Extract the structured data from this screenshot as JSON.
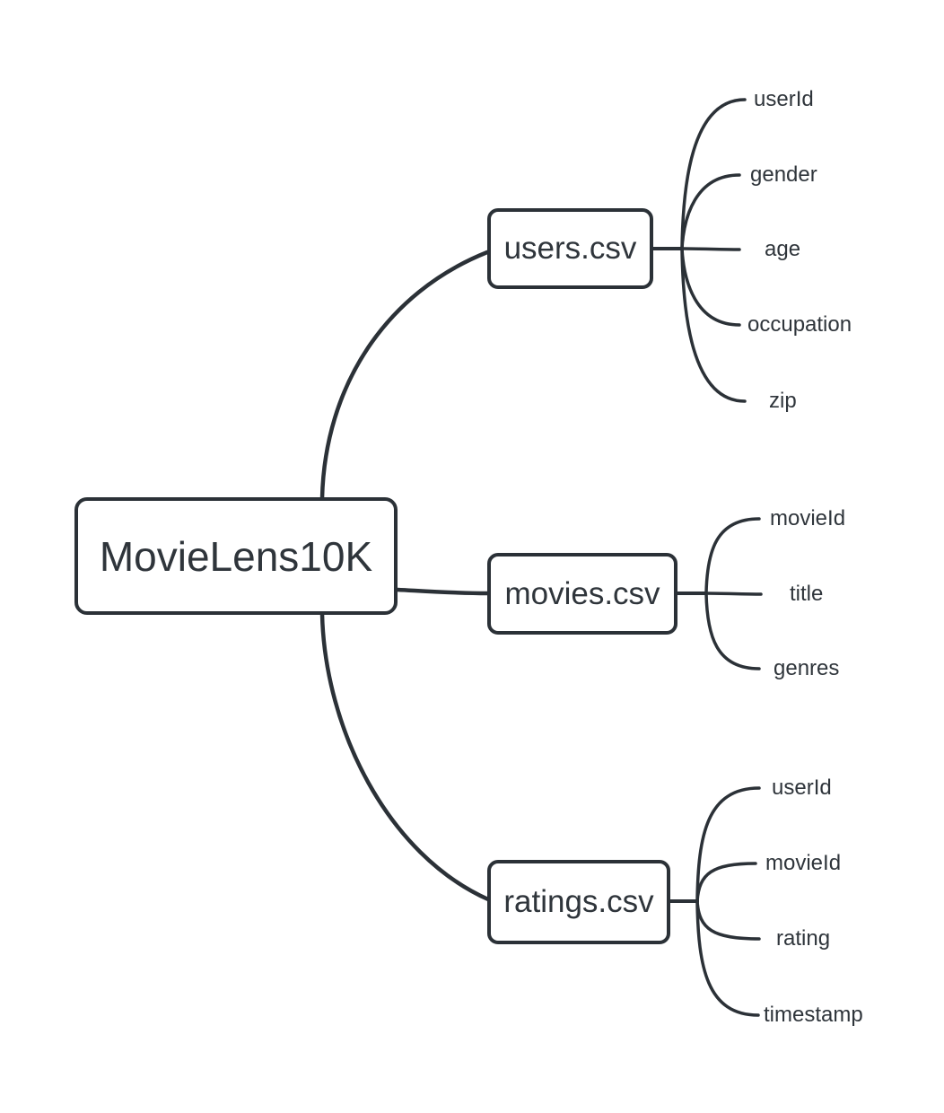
{
  "palette": {
    "ink": "#2b3137",
    "text": "#2f353b",
    "background": "#ffffff"
  },
  "diagram": {
    "type": "mindmap",
    "root": {
      "label": "MovieLens10K"
    },
    "files": [
      {
        "id": "users",
        "label": "users.csv",
        "fields": [
          "userId",
          "gender",
          "age",
          "occupation",
          "zip"
        ]
      },
      {
        "id": "movies",
        "label": "movies.csv",
        "fields": [
          "movieId",
          "title",
          "genres"
        ]
      },
      {
        "id": "ratings",
        "label": "ratings.csv",
        "fields": [
          "userId",
          "movieId",
          "rating",
          "timestamp"
        ]
      }
    ]
  }
}
